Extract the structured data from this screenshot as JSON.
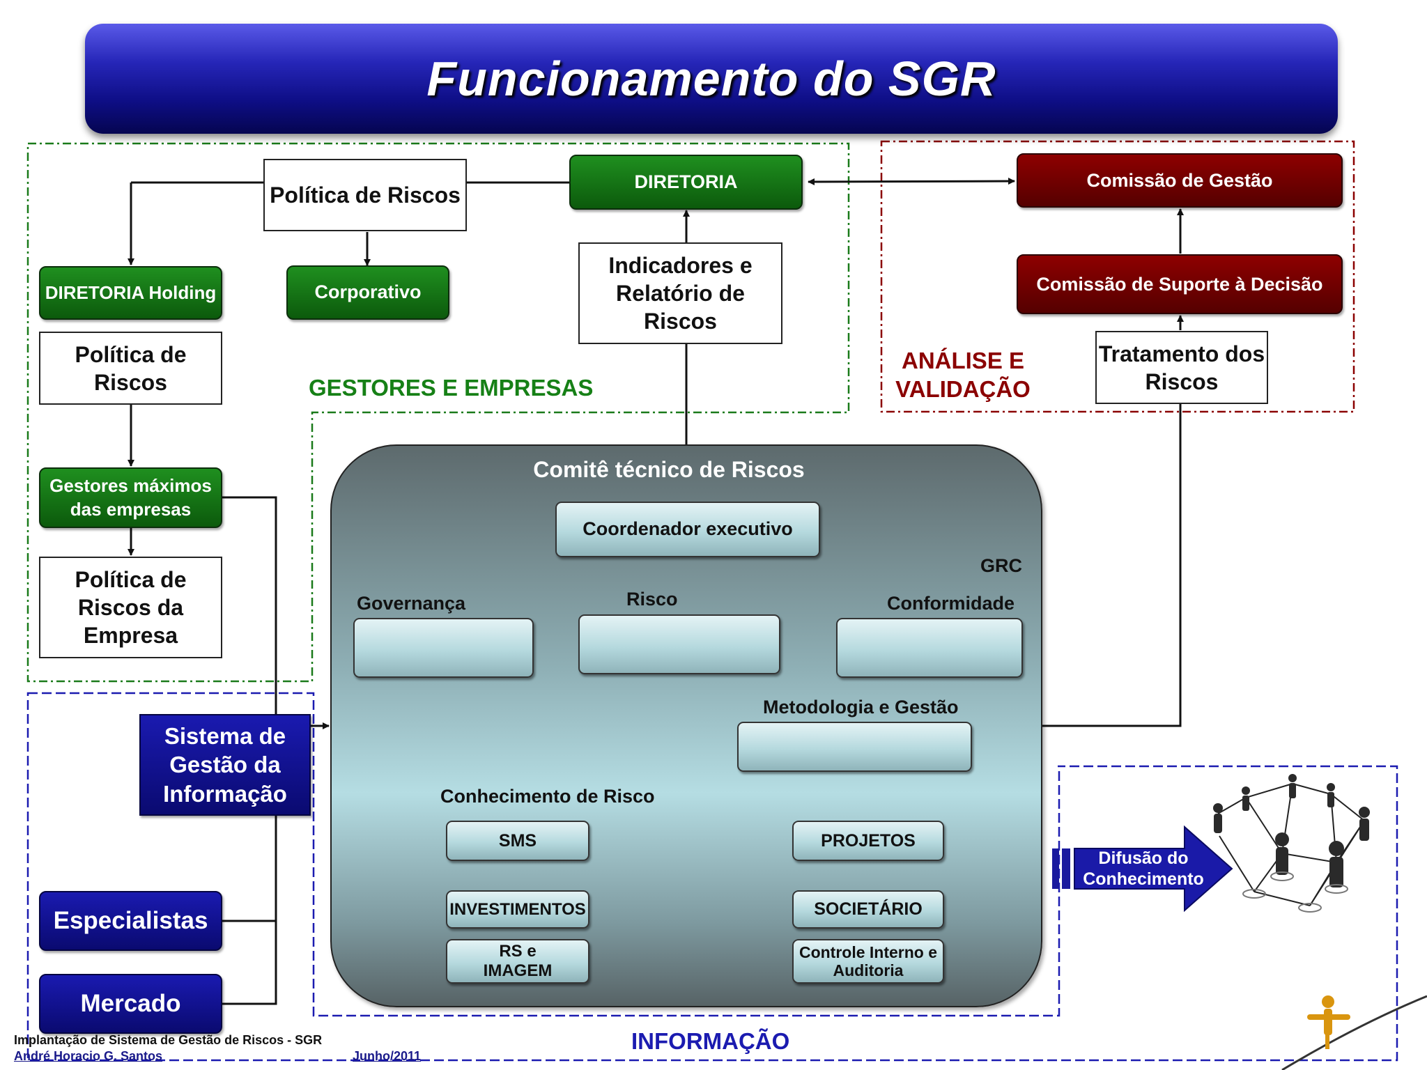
{
  "title": "Funcionamento do SGR",
  "top": {
    "politica_riscos": "Política de Riscos",
    "diretoria": "DIRETORIA",
    "comissao_gestao": "Comissão de Gestão",
    "diretoria_holding": "DIRETORIA Holding",
    "corporativo": "Corporativo",
    "indicadores": "Indicadores e Relatório de Riscos",
    "comissao_suporte": "Comissão de Suporte à Decisão",
    "politica_riscos_holding": "Política de Riscos",
    "tratamento": "Tratamento dos Riscos",
    "gestores_maximos": "Gestores máximos das empresas",
    "politica_empresa": "Política de Riscos da Empresa"
  },
  "sections": {
    "gestores_empresas": "GESTORES E EMPRESAS",
    "analise_validacao": "ANÁLISE E VALIDAÇÃO",
    "informacao": "INFORMAÇÃO"
  },
  "info": {
    "sistema": "Sistema de Gestão da Informação",
    "especialistas": "Especialistas",
    "mercado": "Mercado",
    "difusao": "Difusão do Conhecimento"
  },
  "comite": {
    "title": "Comitê técnico de Riscos",
    "coordenador": "Coordenador executivo",
    "grc": "GRC",
    "governanca": "Governança",
    "risco": "Risco",
    "conformidade": "Conformidade",
    "metodologia": "Metodologia e Gestão",
    "conhecimento": "Conhecimento de Risco",
    "sms": "SMS",
    "projetos": "PROJETOS",
    "investimentos": "INVESTIMENTOS",
    "societario": "SOCIETÁRIO",
    "rs_imagem": "RS e IMAGEM",
    "controle_interno": "Controle Interno e Auditoria"
  },
  "footer": {
    "line1": "Implantação de Sistema de Gestão de Riscos - SGR",
    "author": "André Horacio G. Santos",
    "date": "Junho/2011"
  },
  "colors": {
    "title_bar": "#1a1aa0",
    "green": "#137313",
    "dark_red": "#7a0000",
    "navy": "#0d0d8a",
    "teal": "#8fb4ba"
  },
  "icons": [
    "people-network-icon",
    "person-figure-icon"
  ]
}
